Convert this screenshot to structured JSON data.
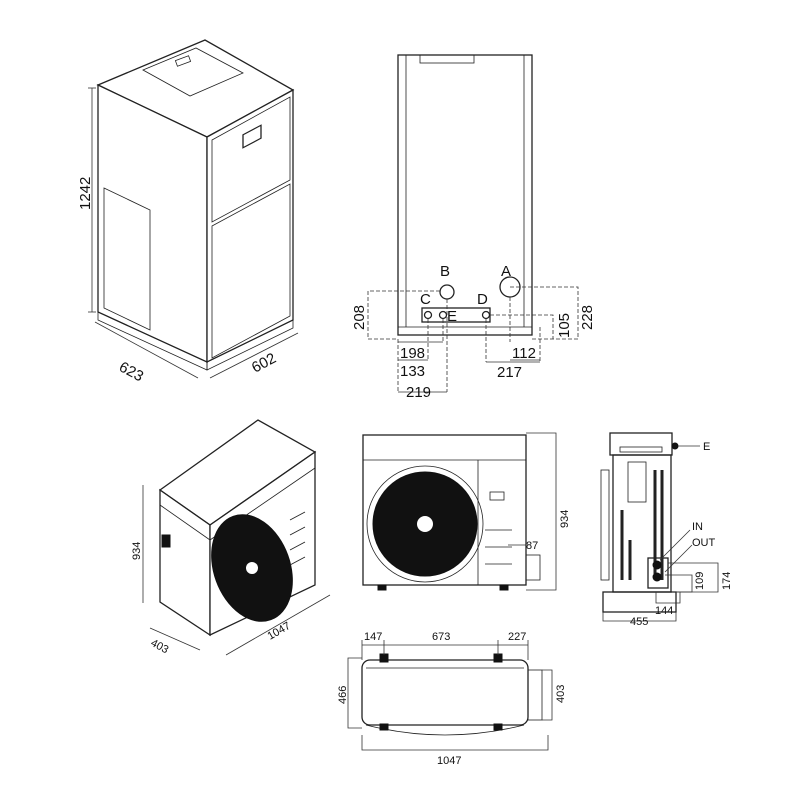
{
  "indoor_iso": {
    "height": "1242",
    "depth": "623",
    "width": "602"
  },
  "indoor_front": {
    "connections": {
      "a": "A",
      "b": "B",
      "c": "C",
      "d": "D",
      "e": "E"
    },
    "dims": {
      "d208": "208",
      "d228": "228",
      "d105": "105",
      "d198": "198",
      "d133": "133",
      "d219": "219",
      "d112": "112",
      "d217": "217"
    }
  },
  "outdoor_iso": {
    "height": "934",
    "depth": "403",
    "width": "1047"
  },
  "outdoor_front": {
    "height": "934",
    "d87": "87"
  },
  "outdoor_side": {
    "e_label": "E",
    "in_label": "IN",
    "out_label": "OUT",
    "d109": "109",
    "d174": "174",
    "d144": "144",
    "d455": "455"
  },
  "outdoor_top": {
    "d147": "147",
    "d673": "673",
    "d227": "227",
    "d466": "466",
    "d403": "403",
    "d1047": "1047"
  }
}
